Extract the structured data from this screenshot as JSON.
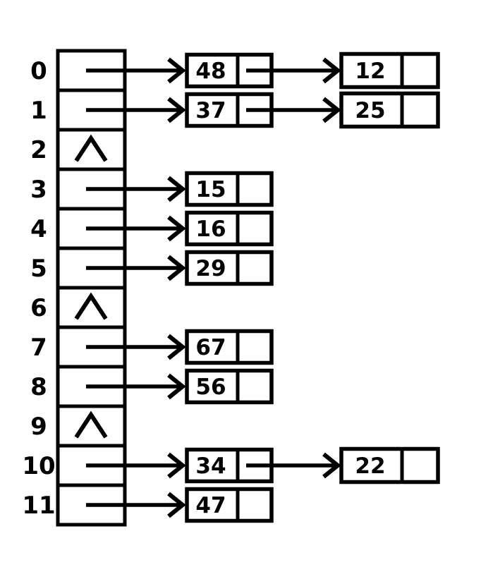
{
  "figure": {
    "type": "hash-table-separate-chaining",
    "empty_marker": "∧",
    "colors": {
      "stroke": "#000000",
      "background": "#ffffff"
    },
    "buckets": [
      {
        "index": "0",
        "chain": [
          "48",
          "12"
        ]
      },
      {
        "index": "1",
        "chain": [
          "37",
          "25"
        ]
      },
      {
        "index": "2",
        "chain": []
      },
      {
        "index": "3",
        "chain": [
          "15"
        ]
      },
      {
        "index": "4",
        "chain": [
          "16"
        ]
      },
      {
        "index": "5",
        "chain": [
          "29"
        ]
      },
      {
        "index": "6",
        "chain": []
      },
      {
        "index": "7",
        "chain": [
          "67"
        ]
      },
      {
        "index": "8",
        "chain": [
          "56"
        ]
      },
      {
        "index": "9",
        "chain": []
      },
      {
        "index": "10",
        "chain": [
          "34",
          "22"
        ]
      },
      {
        "index": "11",
        "chain": [
          "47"
        ]
      }
    ]
  }
}
